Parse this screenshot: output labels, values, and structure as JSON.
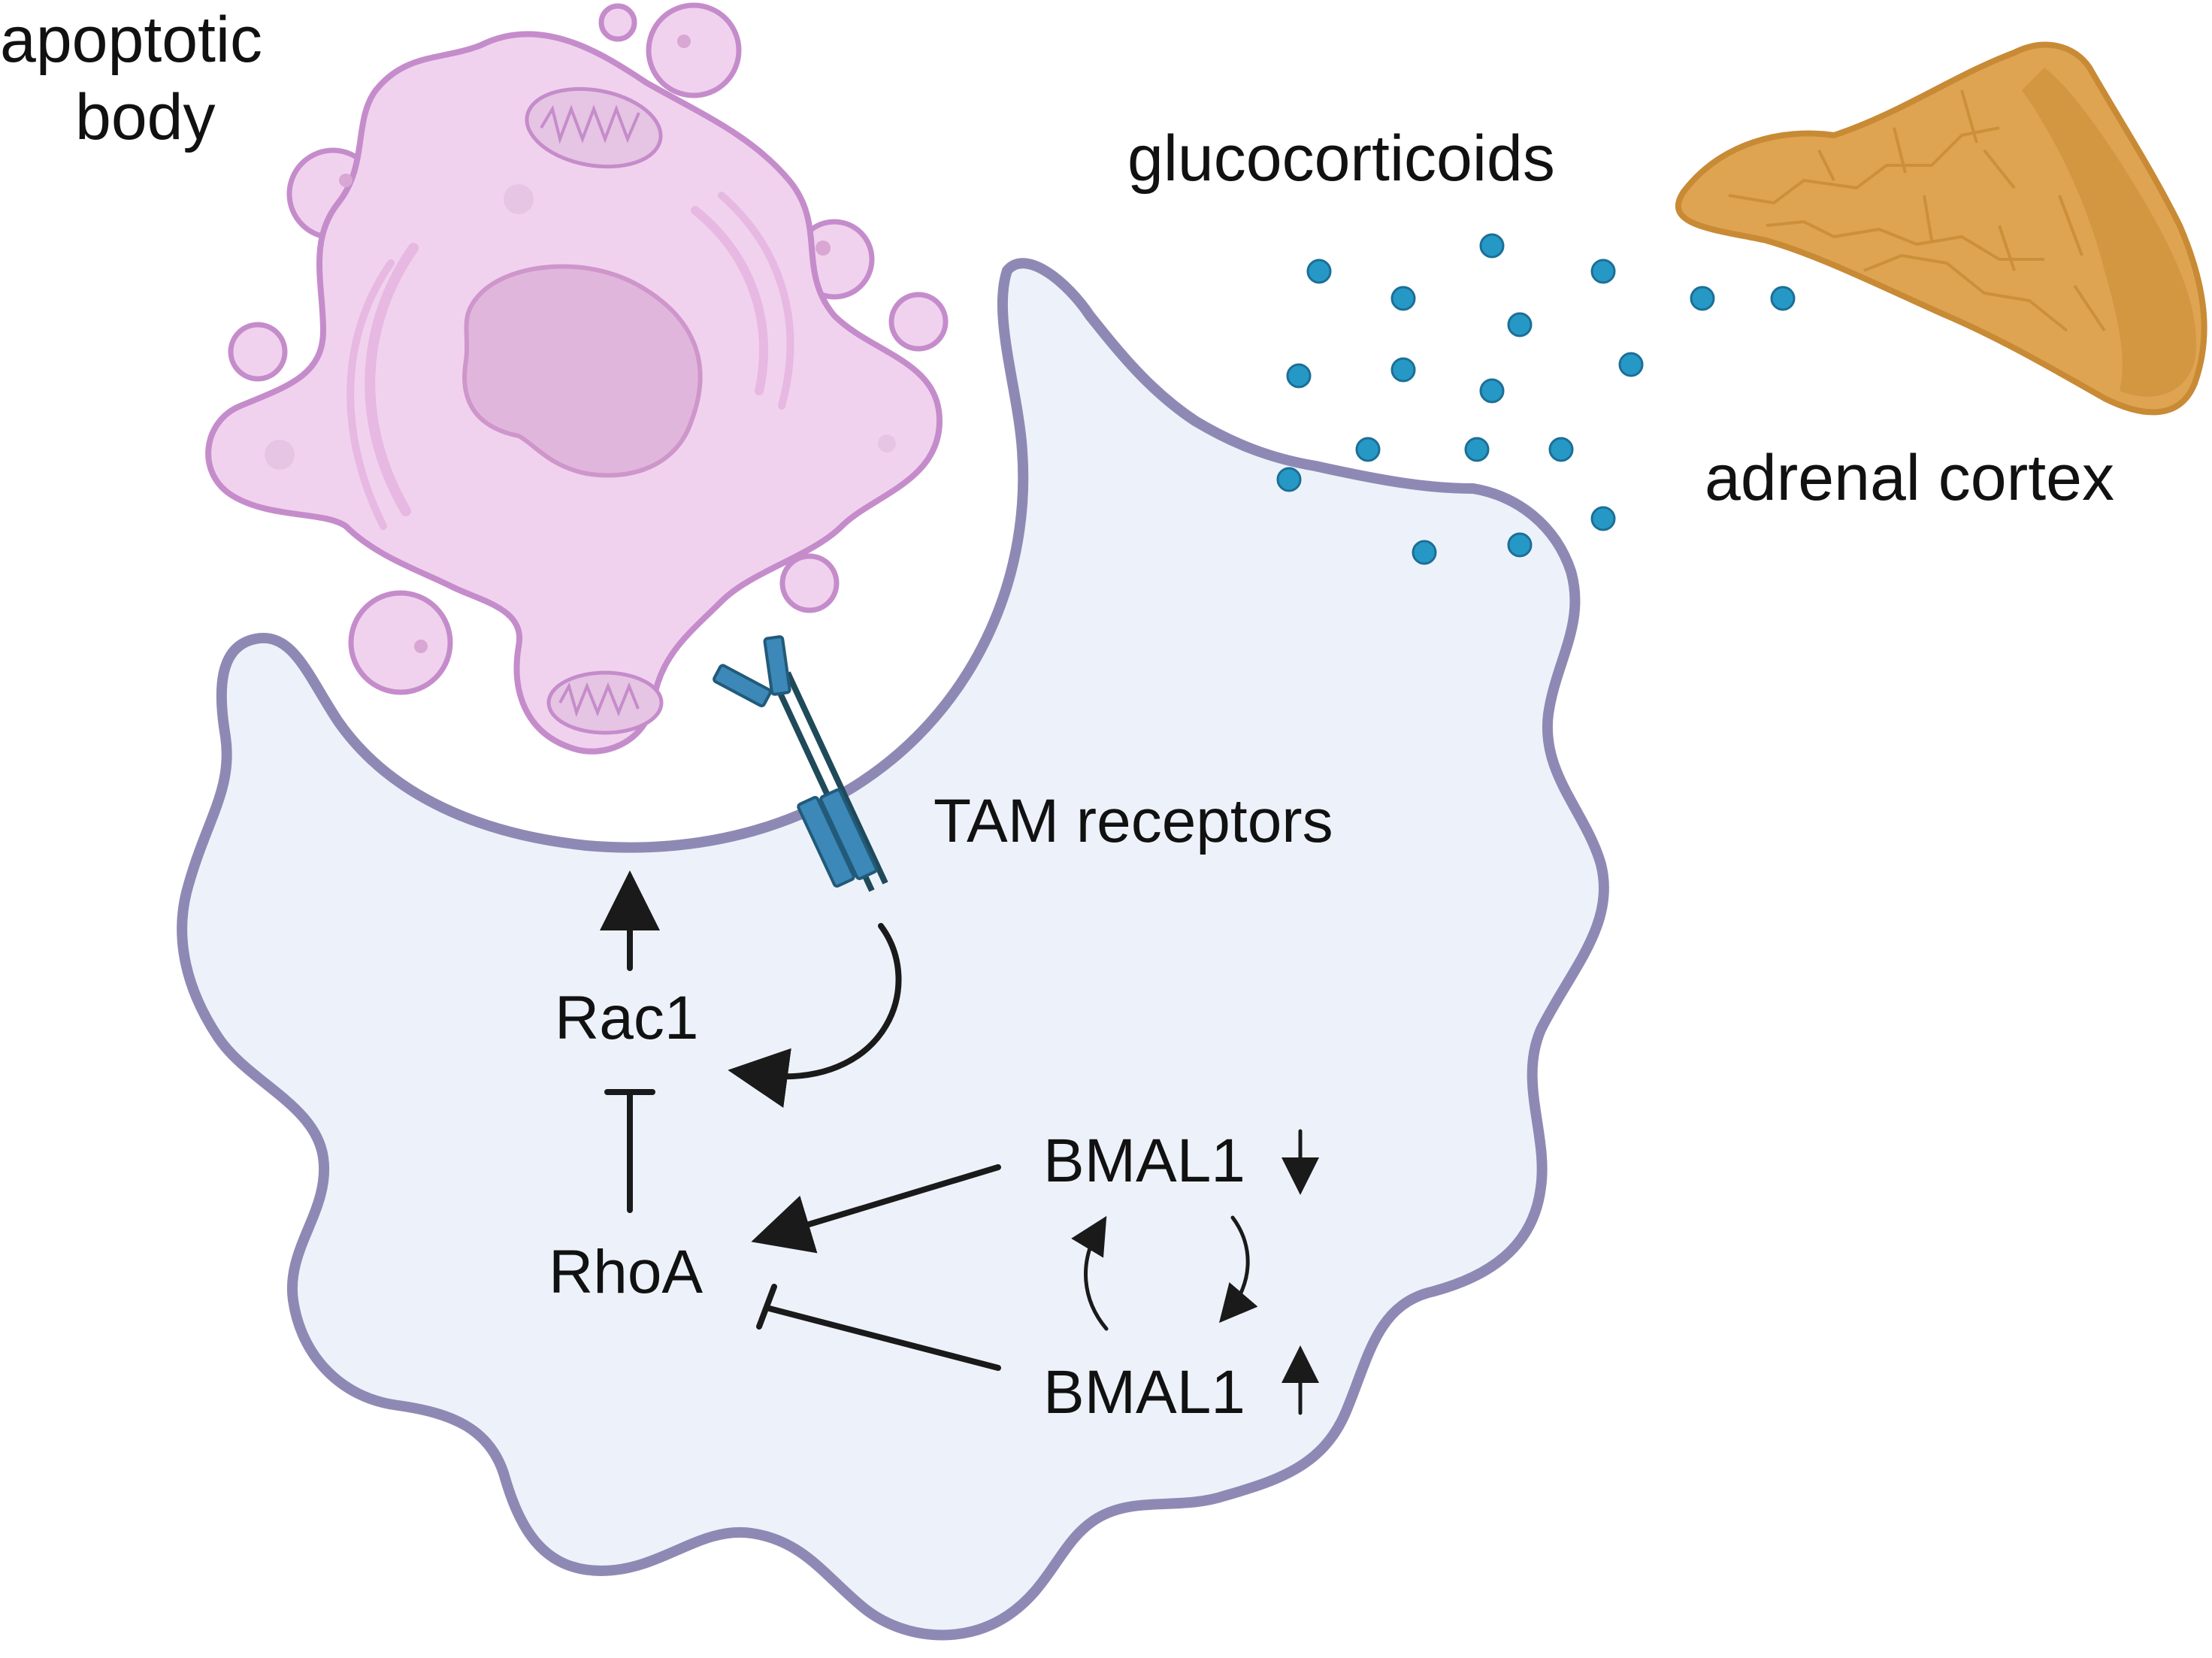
{
  "labels": {
    "apoptotic_body_line1": "apoptotic",
    "apoptotic_body_line2": "body",
    "glucocorticoids": "glucocorticoids",
    "adrenal_cortex": "adrenal cortex",
    "tam_receptors": "TAM receptors",
    "rac1": "Rac1",
    "rhoa": "RhoA",
    "bmal1_down": "BMAL1",
    "bmal1_up": "BMAL1"
  },
  "colors": {
    "macrophage_fill": "#edf2fa",
    "macrophage_outline": "#8e89b4",
    "apoptotic_fill": "#f1d2ee",
    "apoptotic_outline": "#c58ccb",
    "nucleus_fill": "#e1b6dc",
    "glucocorticoid_dot": "#2698c6",
    "receptor": "#3c88b8",
    "adrenal": "#dfa451",
    "arrow": "#1a1a1a"
  }
}
